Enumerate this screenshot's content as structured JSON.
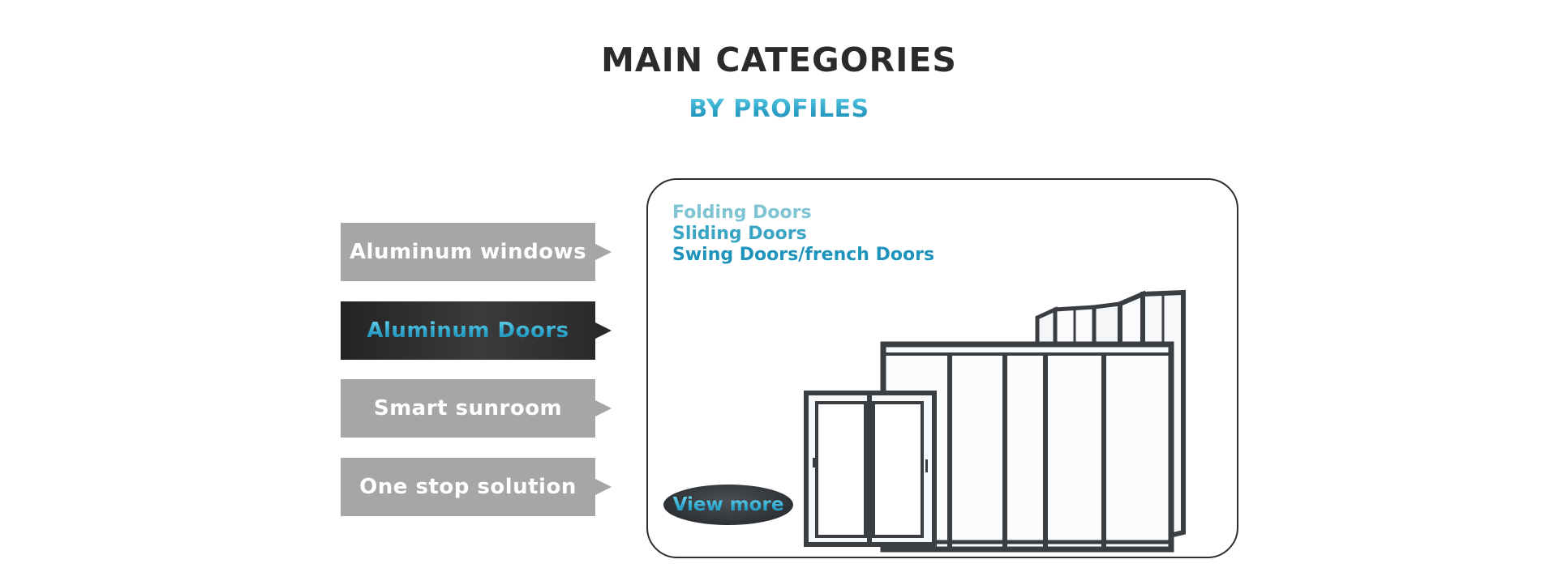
{
  "header": {
    "title": "MAIN CATEGORIES",
    "subtitle": "BY PROFILES"
  },
  "categories": [
    {
      "label": "Aluminum windows",
      "active": false
    },
    {
      "label": "Aluminum Doors",
      "active": true
    },
    {
      "label": "Smart sunroom",
      "active": false
    },
    {
      "label": "One stop solution",
      "active": false
    }
  ],
  "panel": {
    "subcategories": [
      "Folding Doors",
      "Sliding Doors",
      "Swing Doors/french Doors"
    ],
    "view_more_label": "View more",
    "image": "aluminum-doors-product-image"
  },
  "colors": {
    "accent": "#2a9fc4",
    "title": "#2b2b2b",
    "tab_inactive": "#a6a6a6",
    "tab_active": "#2a2a2a",
    "frame": "#3a3d42"
  }
}
